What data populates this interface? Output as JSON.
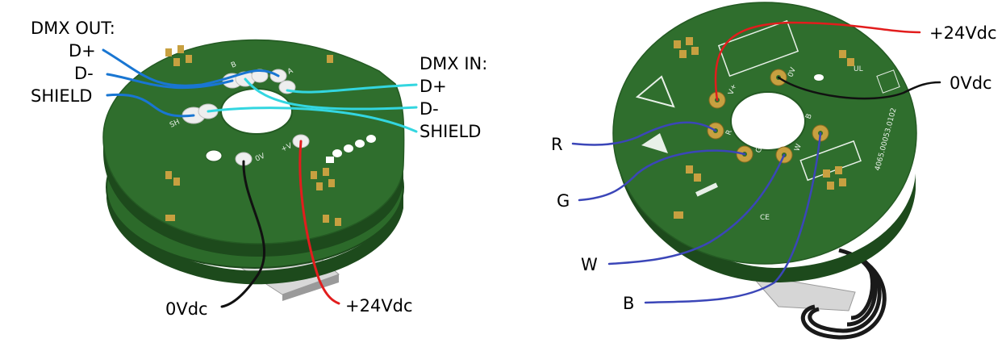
{
  "left_board": {
    "dmx_out": {
      "title": "DMX OUT:",
      "labels": [
        "D+",
        "D-",
        "SHIELD"
      ]
    },
    "dmx_in": {
      "title": "DMX IN:",
      "labels": [
        "D+",
        "D-",
        "SHIELD"
      ]
    },
    "power": {
      "zero": "0Vdc",
      "plus": "+24Vdc"
    },
    "silkscreen": {
      "sh": "SH",
      "b": "B",
      "a": "A",
      "zero_v": "0V",
      "plus_v": "+V"
    }
  },
  "right_board": {
    "power": {
      "plus": "+24Vdc",
      "zero": "0Vdc"
    },
    "channels": [
      "R",
      "G",
      "W",
      "B"
    ],
    "silkscreen": {
      "plus_v": "V+",
      "zero_v": "0V",
      "r": "R",
      "g": "G",
      "w": "W",
      "b": "B",
      "part_number": "4065.00053.0102"
    }
  },
  "colors": {
    "pcb": "#2e6b2c",
    "pcb_edge": "#1d4a1c",
    "wire_dmx_out": "#1976d2",
    "wire_dmx_in": "#33d6e0",
    "wire_plus": "#e21d1d",
    "wire_zero": "#111111",
    "wire_rgbw": "#3b46b8"
  }
}
